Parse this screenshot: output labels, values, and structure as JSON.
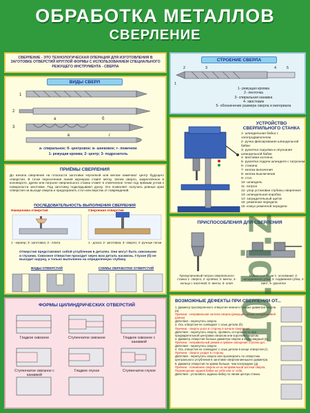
{
  "header": {
    "title": "ОБРАБОТКА МЕТАЛЛОВ",
    "subtitle": "СВЕРЛЕНИЕ"
  },
  "intro": {
    "text": "СВЕРЛЕНИЕ - ЭТО ТЕХНОЛОГИЧЕСКАЯ ОПЕРАЦИЯ ДЛЯ ИЗГОТОВЛЕНИЯ В ЗАГОТОВКЕ ОТВЕРСТИЙ КРУГЛОЙ ФОРМЫ С ИСПОЛЬЗОВАНИЕМ СПЕЦИАЛЬНОГО РЕЖУЩЕГО ИНСТРУМЕНТА - СВЕРЛА"
  },
  "drill_types": {
    "heading": "ВИДЫ СВЕРЛ",
    "caption_1": "а- спиральное; б- центровое; в- шнековое; г- ложечное",
    "caption_2": "1- режущая кромка; 2- центр; 3- подрезатель"
  },
  "drill_structure": {
    "heading": "СТРОЕНИЕ СВЕРЛА",
    "legend": [
      "1- режущая кромка",
      "2- ленточка",
      "3- спиральная канавка",
      "4- хвостовик",
      "5- обозначение размера сверла и материала"
    ]
  },
  "machine": {
    "heading": "УСТРОЙСТВО СВЕРЛИЛЬНОГО СТАНКА",
    "legend": [
      "1- шпиндельная бабка с электродвигателем",
      "2- ручка фиксирования шпиндельной бабки",
      "3- рукоятка подъёма и опускания шпиндельной бабки",
      "4- винтовая колонна",
      "5- рукоятка подачи шпинделя с патроном",
      "6- станина",
      "7- кнопка включения",
      "8- кнопка выключения",
      "9- стол",
      "10- шпиндель",
      "11- патрон",
      "12- упор установки глубины сверления",
      "13- шпиндельная коробка",
      "14- заградительный щиток",
      "15- ременная передача",
      "16- кожух ременной передачи"
    ]
  },
  "techniques": {
    "heading": "ПРИЁМЫ СВЕРЛЕНИЯ",
    "text": "До начала сверления на плоскости заготовки чертилкой или мелом намечают центр будущего отверстия. В точке пересечения линий кернером ставят метку. Затем сверло, закреплённое в коловороте, дрели или патроне сверлильного станка ставят в отмеченное точке под прямым углом к поверхности заготовки. Под заготовку подкладывают доску. Это позволяет получать ровные края отверстия на выходе сверла и предохранить стол или верстак от повреждений.",
    "sequence_heading": "ПОСЛЕДОВАТЕЛЬНОСТЬ ВЫПОЛНЕНИЯ СВЕРЛЕНИЯ",
    "left_label": "Накерновка отверстия",
    "right_label": "Сверление отверстия",
    "left_caption": "1 - кернер; 3- заготовка; 3 - плита",
    "right_caption": "1 - доска; 2- заготовка; 3- сверло; 4- ручные тиски",
    "holes_text": "Отверстия представляют собой углубления в деталях. Они могут быть сквозными и глухими. Сквозное отверстие проходит через всю деталь насквозь. Глухое (б) не выходит наружу, а только выполнено на определенную глубину.",
    "hole_types_heading": "ВИДЫ ОТВЕРСТИЙ",
    "hole_machining_heading": "СХЕМЫ ОБРАБОТКИ ОТВЕРСТИЙ"
  },
  "fixtures": {
    "heading": "ПРИСПОСОБЛЕНИЯ ДЛЯ СВЕРЛЕНИЯ",
    "chuck_caption": "Трехкулачковый патрон сверлильного станка 1- сверло; 2- кулачки; 3- винты; 4- кольцо с насечкой; 5- винты; 6- ключ",
    "vise_caption": "Машинные тиски 1- основание; 2- неподвижная губка; 3- подвижная губка; 4- винт; 5- рукоятка"
  },
  "defects": {
    "heading": "ВОЗМОЖНЫЕ ДЕФЕКТЫ ПРИ СВЕРЛЕНИИ ОТ...",
    "items": [
      "1. Диаметр просверленного отверстия немного больше диаметра сверла (а).",
      "Причина - неправильная заточка сверла (режущие кромки неодинаковой длины)",
      "Действия - перепутать сверло.",
      "2. Ось отверстия не совпадает с осью детали (б).",
      "Причина - сверло ушло в сторону в начале сверления.",
      "Действия - перепутать сверло, проявить осторожность при предварительной центровки сверлом или коротким сверлом.",
      "3. Диаметр отверстия больше диаметра сверла и конусовидный (в).",
      "Причина - неправильный режим и прямое смещение ступени дет...",
      "Действия - перепутать сверло.",
      "4. Ось отверстия не совпадает с осью детали в конце отверстия (г).",
      "Причина - сверло уходит в сторону.",
      "Действия - перепутать сверло или просверлить по отверстию центрального углубления в заготовке сверлом меньшего диаметра.",
      "5. Диаметр отверстия по краям больше, чем посередине (д).",
      "Причина - понижение сверла из-за неправильной заточки сверла. Перемещение задней бабки на себя или от себя.",
      "Действия - установить заднюю бабку по линии центра станка."
    ]
  },
  "cylindrical": {
    "heading": "ФОРМЫ ЦИЛИНДРИЧЕСКИХ ОТВЕРСТИЙ",
    "labels": [
      "Гладкое сквозное",
      "Ступенчатое сквозное",
      "Гладкое сквозное с канавкой",
      "Ступенчатое сквозное с канавкой",
      "Гладкое глухое",
      "Ступенчатое глухое"
    ]
  },
  "watermark": "10.bi.z",
  "colors": {
    "background": "#2f9b3d",
    "panel": "#fffde0",
    "panel_border": "#e6c84a",
    "heading": "#1a2e8a",
    "banner": "#8fd0f0"
  }
}
